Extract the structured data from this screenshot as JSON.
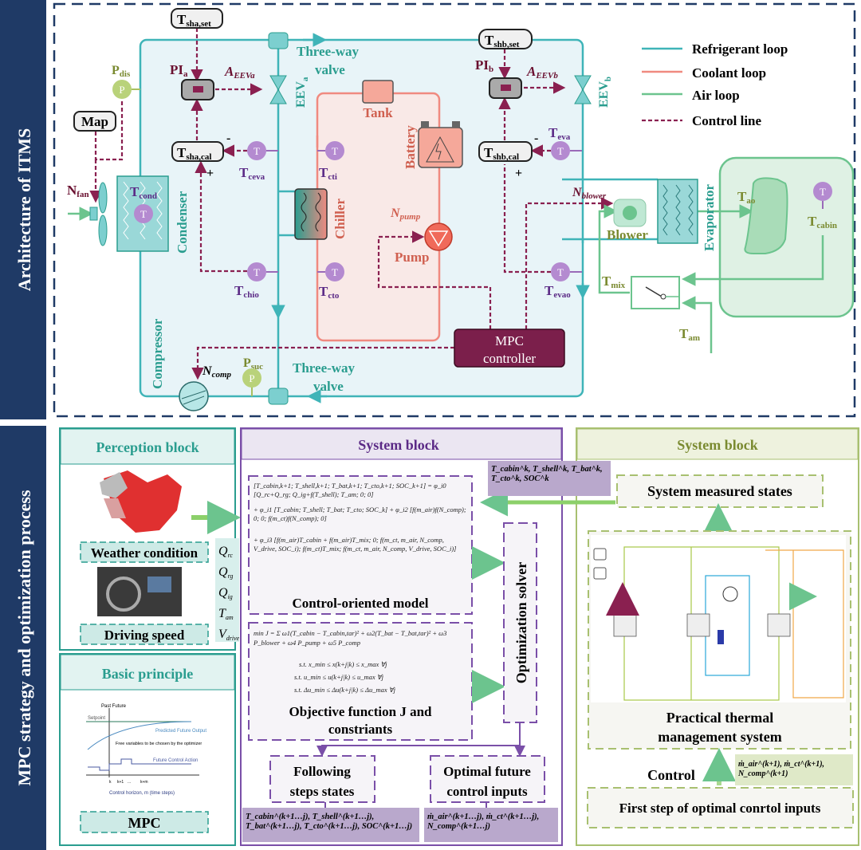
{
  "side_titles": {
    "top": "Architecture of ITMS",
    "bottom": "MPC strategy and optimization process"
  },
  "legend": [
    {
      "label": "Refrigerant loop",
      "color": "#3fb4b8"
    },
    {
      "label": "Coolant loop",
      "color": "#f08a80"
    },
    {
      "label": "Air loop",
      "color": "#6cc48e"
    },
    {
      "label": "Control line",
      "color": "#8a2050"
    }
  ],
  "components": {
    "condenser": "Condenser",
    "compressor": "Compressor",
    "chiller": "Chiller",
    "tank": "Tank",
    "battery": "Battery",
    "pump": "Pump",
    "blower": "Blower",
    "evaporator": "Evaporator",
    "map": "Map",
    "mpc_controller": {
      "line1": "MPC",
      "line2": "controller"
    },
    "three_way_valve": {
      "line1": "Three-way",
      "line2": "valve"
    }
  },
  "labels": {
    "tsha_set": {
      "m": "T",
      "s": "sha,set"
    },
    "tsha_cal": {
      "m": "T",
      "s": "sha,cal"
    },
    "tshb_set": {
      "m": "T",
      "s": "shb,set"
    },
    "tshb_cal": {
      "m": "T",
      "s": "shb,cal"
    },
    "pia": {
      "m": "PI",
      "s": "a"
    },
    "pib": {
      "m": "PI",
      "s": "b"
    },
    "aeeva": {
      "m": "A",
      "s": "EEVa"
    },
    "aeevb": {
      "m": "A",
      "s": "EEVb"
    },
    "eeva": {
      "m": "EEV",
      "s": "a"
    },
    "eevb": {
      "m": "EEV",
      "s": "b"
    },
    "pdis": {
      "m": "P",
      "s": "dis"
    },
    "psuc": {
      "m": "P",
      "s": "suc"
    },
    "nfan": {
      "m": "N",
      "s": "fan"
    },
    "ncomp": {
      "m": "N",
      "s": "comp"
    },
    "npump": {
      "m": "N",
      "s": "pump"
    },
    "nblower": {
      "m": "N",
      "s": "blower"
    },
    "tcond": {
      "m": "T",
      "s": "cond"
    },
    "tceva": {
      "m": "T",
      "s": "ceva"
    },
    "tcti": {
      "m": "T",
      "s": "cti"
    },
    "tchio": {
      "m": "T",
      "s": "chio"
    },
    "tcto": {
      "m": "T",
      "s": "cto"
    },
    "teva": {
      "m": "T",
      "s": "eva"
    },
    "tevao": {
      "m": "T",
      "s": "evao"
    },
    "tao": {
      "m": "T",
      "s": "ao"
    },
    "tcabin": {
      "m": "T",
      "s": "cabin"
    },
    "tmix": {
      "m": "T",
      "s": "mix"
    },
    "tam": {
      "m": "T",
      "s": "am"
    }
  },
  "sensor_glyphs": {
    "temperature": "T",
    "pressure": "P"
  },
  "signs": {
    "minus": "-",
    "plus": "+"
  },
  "perception": {
    "title": "Perception block",
    "weather": "Weather condition",
    "driving": "Driving speed",
    "inputs": [
      {
        "m": "Q",
        "s": "rc"
      },
      {
        "m": "Q",
        "s": "rg"
      },
      {
        "m": "Q",
        "s": "ig"
      },
      {
        "m": "T",
        "s": "am"
      },
      {
        "m": "V",
        "s": "drive"
      }
    ]
  },
  "principle": {
    "title": "Basic principle",
    "mpc": "MPC",
    "chart": {
      "past_future": "Past  Future",
      "setpoint": "Setpoint",
      "predicted": "Predicted Future Output",
      "free_vars": "Free variables to be chosen by the optimizer",
      "future_action": "Future Control Action",
      "ticks": [
        "k",
        "k+1",
        "...",
        "k+m"
      ],
      "horizon": "Control horizon, m (time steps)"
    }
  },
  "system_block_mpc": {
    "title": "System block",
    "model_title": "Control-oriented model",
    "model_eq": [
      "[T_cabin,k+1; T_shell,k+1; T_bat,k+1; T_cto,k+1; SOC_k+1] = φ_i0 [Q_rc+Q_rg; Q_ig+f(T_shell); T_am; 0; 0]",
      "+ φ_i1 [T_cabin; T_shell; T_bat; T_cto; SOC_k] + φ_i2 [f(m_air)f(N_comp); 0; 0; f(m_ct)f(N_comp); 0]",
      "+ φ_i3 [f(m_air)T_cabin + f(m_air)T_mix; 0; f(m_ct, m_air, N_comp, V_drive, SOC_i); f(m_ct)T_mix; f(m_ct, m_air, N_comp, V_drive, SOC_i)]"
    ],
    "objective_eq": [
      "min J = Σ ω1(T_cabin − T_cabin,tar)² + ω2(T_bat − T_bat,tar)² + ω3 P_blower + ω4 P_pump + ω5 P_comp",
      "s.t. x_min ≤ x(k+j|k) ≤ x_max ∀j",
      "s.t. u_min ≤ u(k+j|k) ≤ u_max ∀j",
      "s.t. Δu_min ≤ Δu(k+j|k) ≤ Δu_max ∀j"
    ],
    "objective_title": {
      "line1": "Objective function J and",
      "line2": "constriants"
    },
    "solver": "Optimization solver",
    "following": {
      "line1": "Following",
      "line2": "steps states"
    },
    "optimal": {
      "line1": "Optimal future",
      "line2": "control inputs"
    },
    "states_vector": "T_cabin^(k+1…j), T_shell^(k+1…j), T_bat^(k+1…j), T_cto^(k+1…j), SOC^(k+1…j)",
    "inputs_vector": "ṁ_air^(k+1…j), ṁ_ct^(k+1…j), N_comp^(k+1…j)",
    "measured_vector": "T_cabin^k, T_shell^k, T_bat^k, T_cto^k, SOC^k"
  },
  "system_block_plant": {
    "title": "System block",
    "measured": "System measured states",
    "practical": {
      "line1": "Practical thermal",
      "line2": "management system"
    },
    "control": "Control",
    "control_vector": "ṁ_air^(k+1), ṁ_ct^(k+1), N_comp^(k+1)",
    "first_step": "First step of optimal conrtol inputs"
  },
  "colors": {
    "navy": "#1f3a66",
    "refrigerant": "#3fb4b8",
    "coolant": "#f08a80",
    "air": "#6cc48e",
    "control": "#8a2050",
    "mpc_controller": "#7b1f4b",
    "perception": "#2a9d8f",
    "system_mpc": "#7a4fa8",
    "system_plant": "#a8c070"
  }
}
